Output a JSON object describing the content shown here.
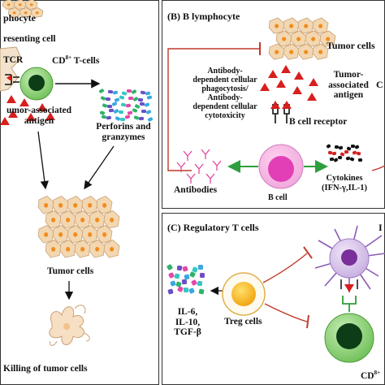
{
  "panel_a": {
    "title": "phocyte",
    "apc_label": "resenting cell",
    "tcr_label": "TCR",
    "cd8_label": "CD",
    "cd8_sup": "8+",
    "cd8_suffix": " T-cells",
    "antigen_label_1": "umor-associated",
    "antigen_label_2": "antigen",
    "perforins_1": "Perforins and",
    "perforins_2": "granzymes",
    "tumor_cells": "Tumor cells",
    "killing": "Killing of tumor cells"
  },
  "panel_b": {
    "title": "(B) B lymphocyte",
    "tumor_cells": "Tumor cells",
    "tumor_antigen_1": "Tumor-",
    "tumor_antigen_2": "associated",
    "tumor_antigen_3": "antigen",
    "adcp_1": "Antibody-",
    "adcp_2": "dependent cellular",
    "adcp_3": "phagocytosis/",
    "adcp_4": "Antibody-",
    "adcp_5": "dependent cellular",
    "adcp_6": "cytotoxicity",
    "bcr": "B cell receptor",
    "antibodies": "Antibodies",
    "b_cell": "B cell",
    "cytokines_1": "Cytokines",
    "cytokines_2": "(IFN-γ,IL-1)",
    "edge_c": "C"
  },
  "panel_c": {
    "title": "(C) Regulatory T cells",
    "il6": "IL-6,",
    "il10": "IL-10,",
    "tgf": "TGF-β",
    "treg": "Treg cells",
    "edge_b": "I",
    "cd_bottom": "CD",
    "cd_bottom_sup": "8+"
  },
  "colors": {
    "border": "#333333",
    "inhibit_red": "#c0392b",
    "activate_green": "#2e9e3e",
    "antigen_red": "#d81e1e",
    "tcell_green": "#8fd07a",
    "tcell_nucleus": "#0c3d17",
    "tumor_fill": "#f3d7b0",
    "tumor_nucleus": "#f08c1e",
    "bcell_pink": "#e23fb6",
    "treg_yellow": "#f4b51a",
    "dendritic_purple": "#8a5bb4"
  }
}
